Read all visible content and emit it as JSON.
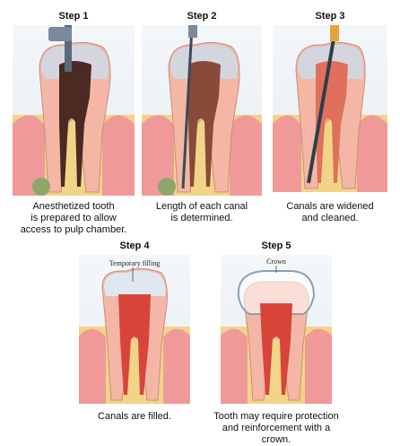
{
  "steps": [
    {
      "title": "Step 1",
      "caption_lines": [
        "Anesthetized tooth",
        "is prepared to allow",
        "access to pulp chamber."
      ]
    },
    {
      "title": "Step 2",
      "caption_lines": [
        "Length of each canal",
        "is determined."
      ]
    },
    {
      "title": "Step 3",
      "caption_lines": [
        "Canals are widened",
        "and cleaned."
      ]
    },
    {
      "title": "Step 4",
      "callout": "Temporary filling",
      "caption_lines": [
        "Canals are filled."
      ]
    },
    {
      "title": "Step 5",
      "callout": "Crown",
      "caption_lines": [
        "Tooth may require protection",
        "and reinforcement with a crown."
      ]
    }
  ],
  "colors": {
    "gum": "#ef9a98",
    "gum_dark": "#d9726f",
    "bone": "#f2d488",
    "enamel": "#cfd9e6",
    "dentin": "#f4b7a6",
    "pulp_infected": "#4a2a22",
    "pulp_healthy": "#e0705c",
    "filling": "#d8443a",
    "abscess": "#8ea66a",
    "instrument": "#5a6a7a"
  }
}
